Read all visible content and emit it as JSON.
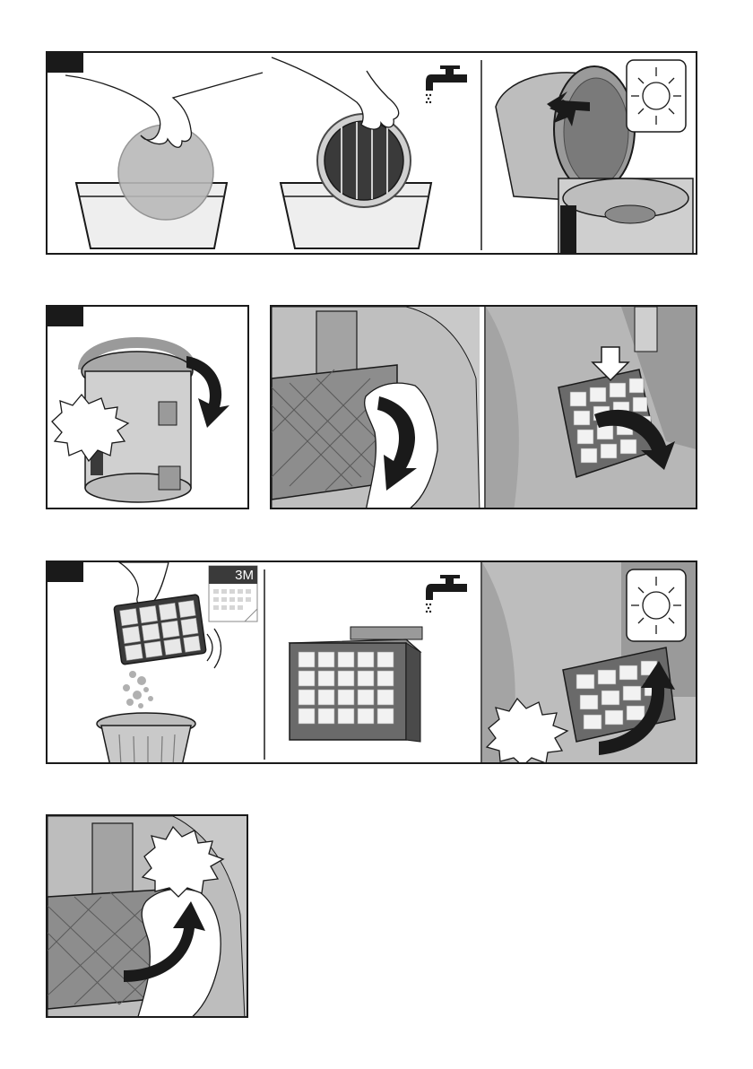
{
  "figures": [
    {
      "id": "row1",
      "steps": [
        "rinse-filter-disc",
        "rinse-pleated-filter",
        "refit-lid-filter"
      ]
    },
    {
      "id": "row2a",
      "steps": [
        "tilt-container"
      ]
    },
    {
      "id": "row2b",
      "steps": [
        "open-exhaust-cover",
        "remove-exhaust-filter"
      ]
    },
    {
      "id": "row3",
      "steps": [
        "tap-out-hepa-filter",
        "rinse-hepa-filter",
        "insert-exhaust-filter"
      ]
    },
    {
      "id": "row4",
      "steps": [
        "close-exhaust-cover"
      ]
    }
  ],
  "calendar": {
    "interval_label": "3M"
  },
  "icons": [
    "hand-icon",
    "water-bowl-icon",
    "tap-icon",
    "sun-dry-icon",
    "click-burst-icon",
    "arrow-icon",
    "calendar-icon",
    "trash-bin-icon"
  ],
  "colors": {
    "ink": "#1a1a1a",
    "grey_light": "#d9d9d9",
    "grey_mid": "#a8a8a8",
    "grey_dark": "#6a6a6a",
    "water": "#e6e6e6"
  }
}
